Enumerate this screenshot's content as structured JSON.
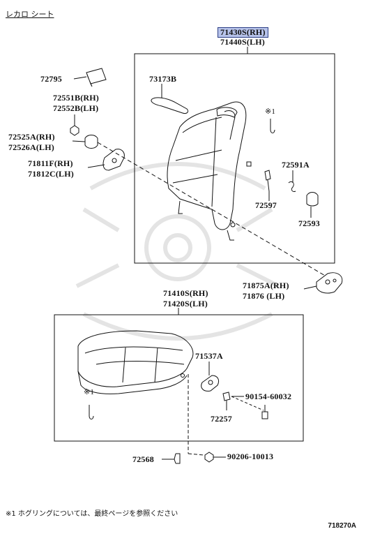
{
  "header": {
    "title": "レカロ シート"
  },
  "footnote": "※1 ホグリングについては、最終ページを参照ください",
  "doc_number": "718270A",
  "labels": {
    "backrest_rh": "71430S(RH)",
    "backrest_lh": "71440S(LH)",
    "p72795": "72795",
    "p72551b": "72551B(RH)",
    "p72552b": "72552B(LH)",
    "p72525a": "72525A(RH)",
    "p72526a": "72526A(LH)",
    "p71811f": "71811F(RH)",
    "p71812c": "71812C(LH)",
    "p73173b": "73173B",
    "ref_top": "※1",
    "p72591a": "72591A",
    "p72597": "72597",
    "p72593": "72593",
    "p71875a": "71875A(RH)",
    "p71876": "71876  (LH)",
    "cushion_rh": "71410S(RH)",
    "cushion_lh": "71420S(LH)",
    "p71537a": "71537A",
    "ref_bottom": "※1",
    "p90154": "90154-60032",
    "p72257": "72257",
    "p72568": "72568",
    "p90206": "90206-10013"
  },
  "colors": {
    "highlight_bg": "#b7c3ea",
    "highlight_border": "#2c3f86",
    "line": "#111111"
  }
}
